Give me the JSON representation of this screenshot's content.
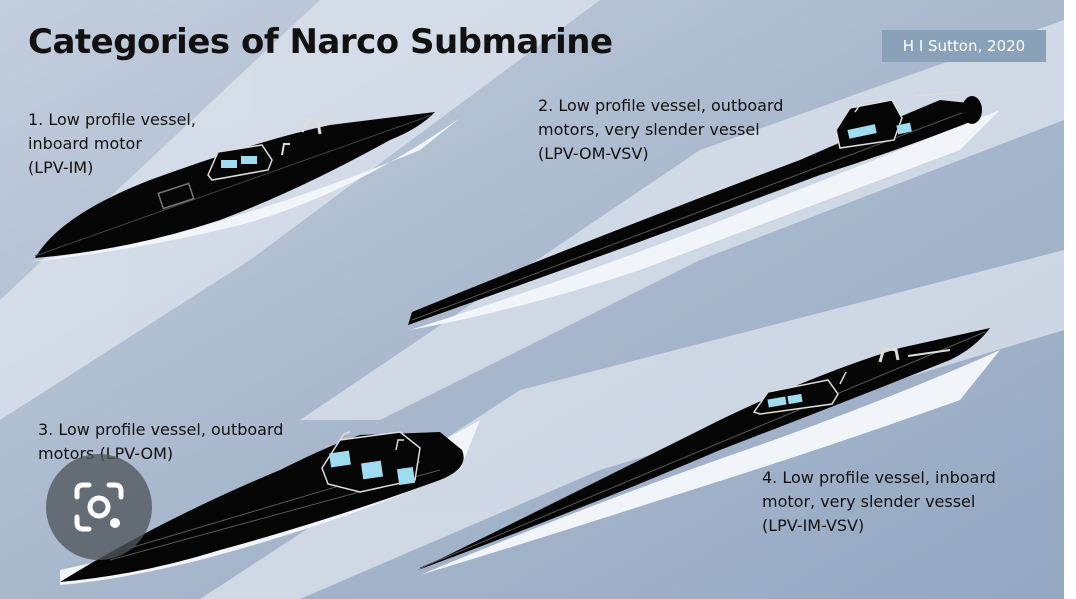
{
  "title": "Categories of Narco Submarine",
  "credit": "H I Sutton, 2020",
  "categories": [
    {
      "lines": [
        "1. Low profile vessel,",
        "inboard motor",
        "(LPV-IM)"
      ]
    },
    {
      "lines": [
        "2. Low profile vessel, outboard",
        "motors, very slender vessel",
        "(LPV-OM-VSV)"
      ]
    },
    {
      "lines": [
        "3. Low profile vessel, outboard",
        "motors (LPV-OM)"
      ]
    },
    {
      "lines": [
        "4. Low profile vessel, inboard",
        "motor, very slender vessel",
        "(LPV-IM-VSV)"
      ]
    }
  ],
  "colors": {
    "background": "#a6b6cc",
    "wake": "#f1f4f9",
    "hull": "#050505",
    "window": "#9fdcf0",
    "credit_badge": "#8aa1ba"
  },
  "overlay_icon": "lens-camera-icon"
}
